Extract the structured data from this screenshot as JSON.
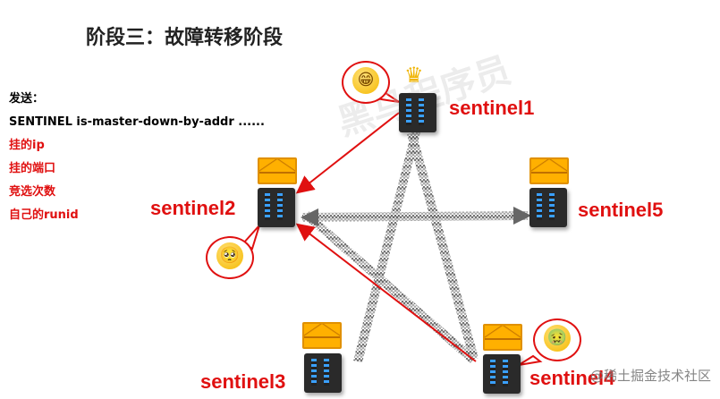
{
  "title": "阶段三：故障转移阶段",
  "message": {
    "send_label": "发送：",
    "command": "SENTINEL is-master-down-by-addr ......",
    "fields": [
      "挂的ip",
      "挂的端口",
      "竞选次数",
      "自己的runid"
    ]
  },
  "sentinels": {
    "s1": "sentinel1",
    "s2": "sentinel2",
    "s3": "sentinel3",
    "s4": "sentinel4",
    "s5": "sentinel5"
  },
  "icons": {
    "crown": "crown-icon",
    "envelope": "envelope-icon",
    "server": "server-icon",
    "happy_face": "grinning-face-icon",
    "worried_face": "pleading-face-icon",
    "sick_face": "nauseated-face-icon"
  },
  "colors": {
    "accent_red": "#e01010",
    "arrow_red": "#e01010",
    "envelope_yellow": "#ffb000"
  },
  "watermark": "@稀土掘金技术社区"
}
